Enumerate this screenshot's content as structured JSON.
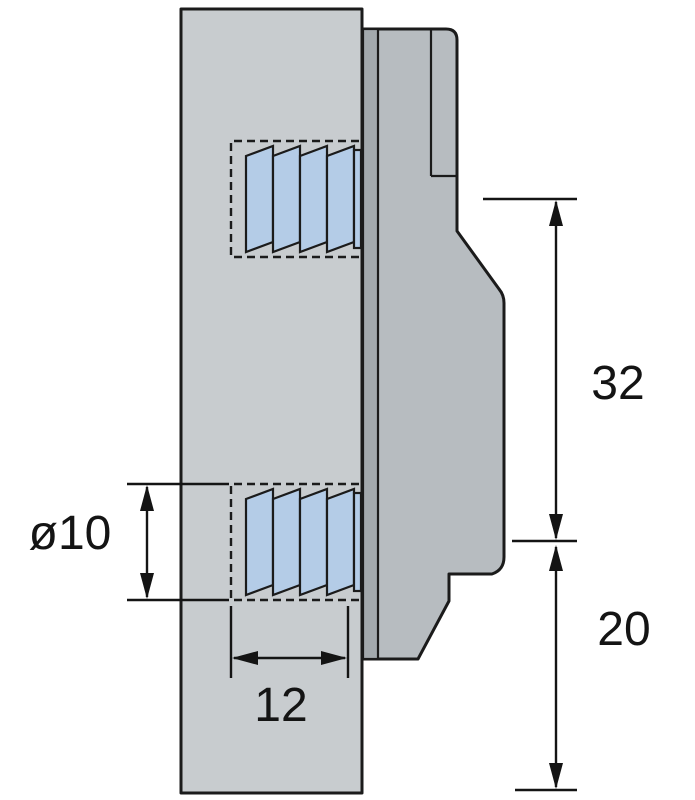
{
  "diagram": {
    "dimension_labels": {
      "hole_diameter": "ø10",
      "dowel_depth": "12",
      "hole_spacing": "32",
      "bottom_distance": "20"
    }
  },
  "colors": {
    "background": "#ffffff",
    "panel": "#c8cccf",
    "plate": "#b7bcc0",
    "plate_flange": "#a3a9ad",
    "dowel": "#b4cce7",
    "line": "#1b1b1b",
    "dimension": "#141414"
  }
}
